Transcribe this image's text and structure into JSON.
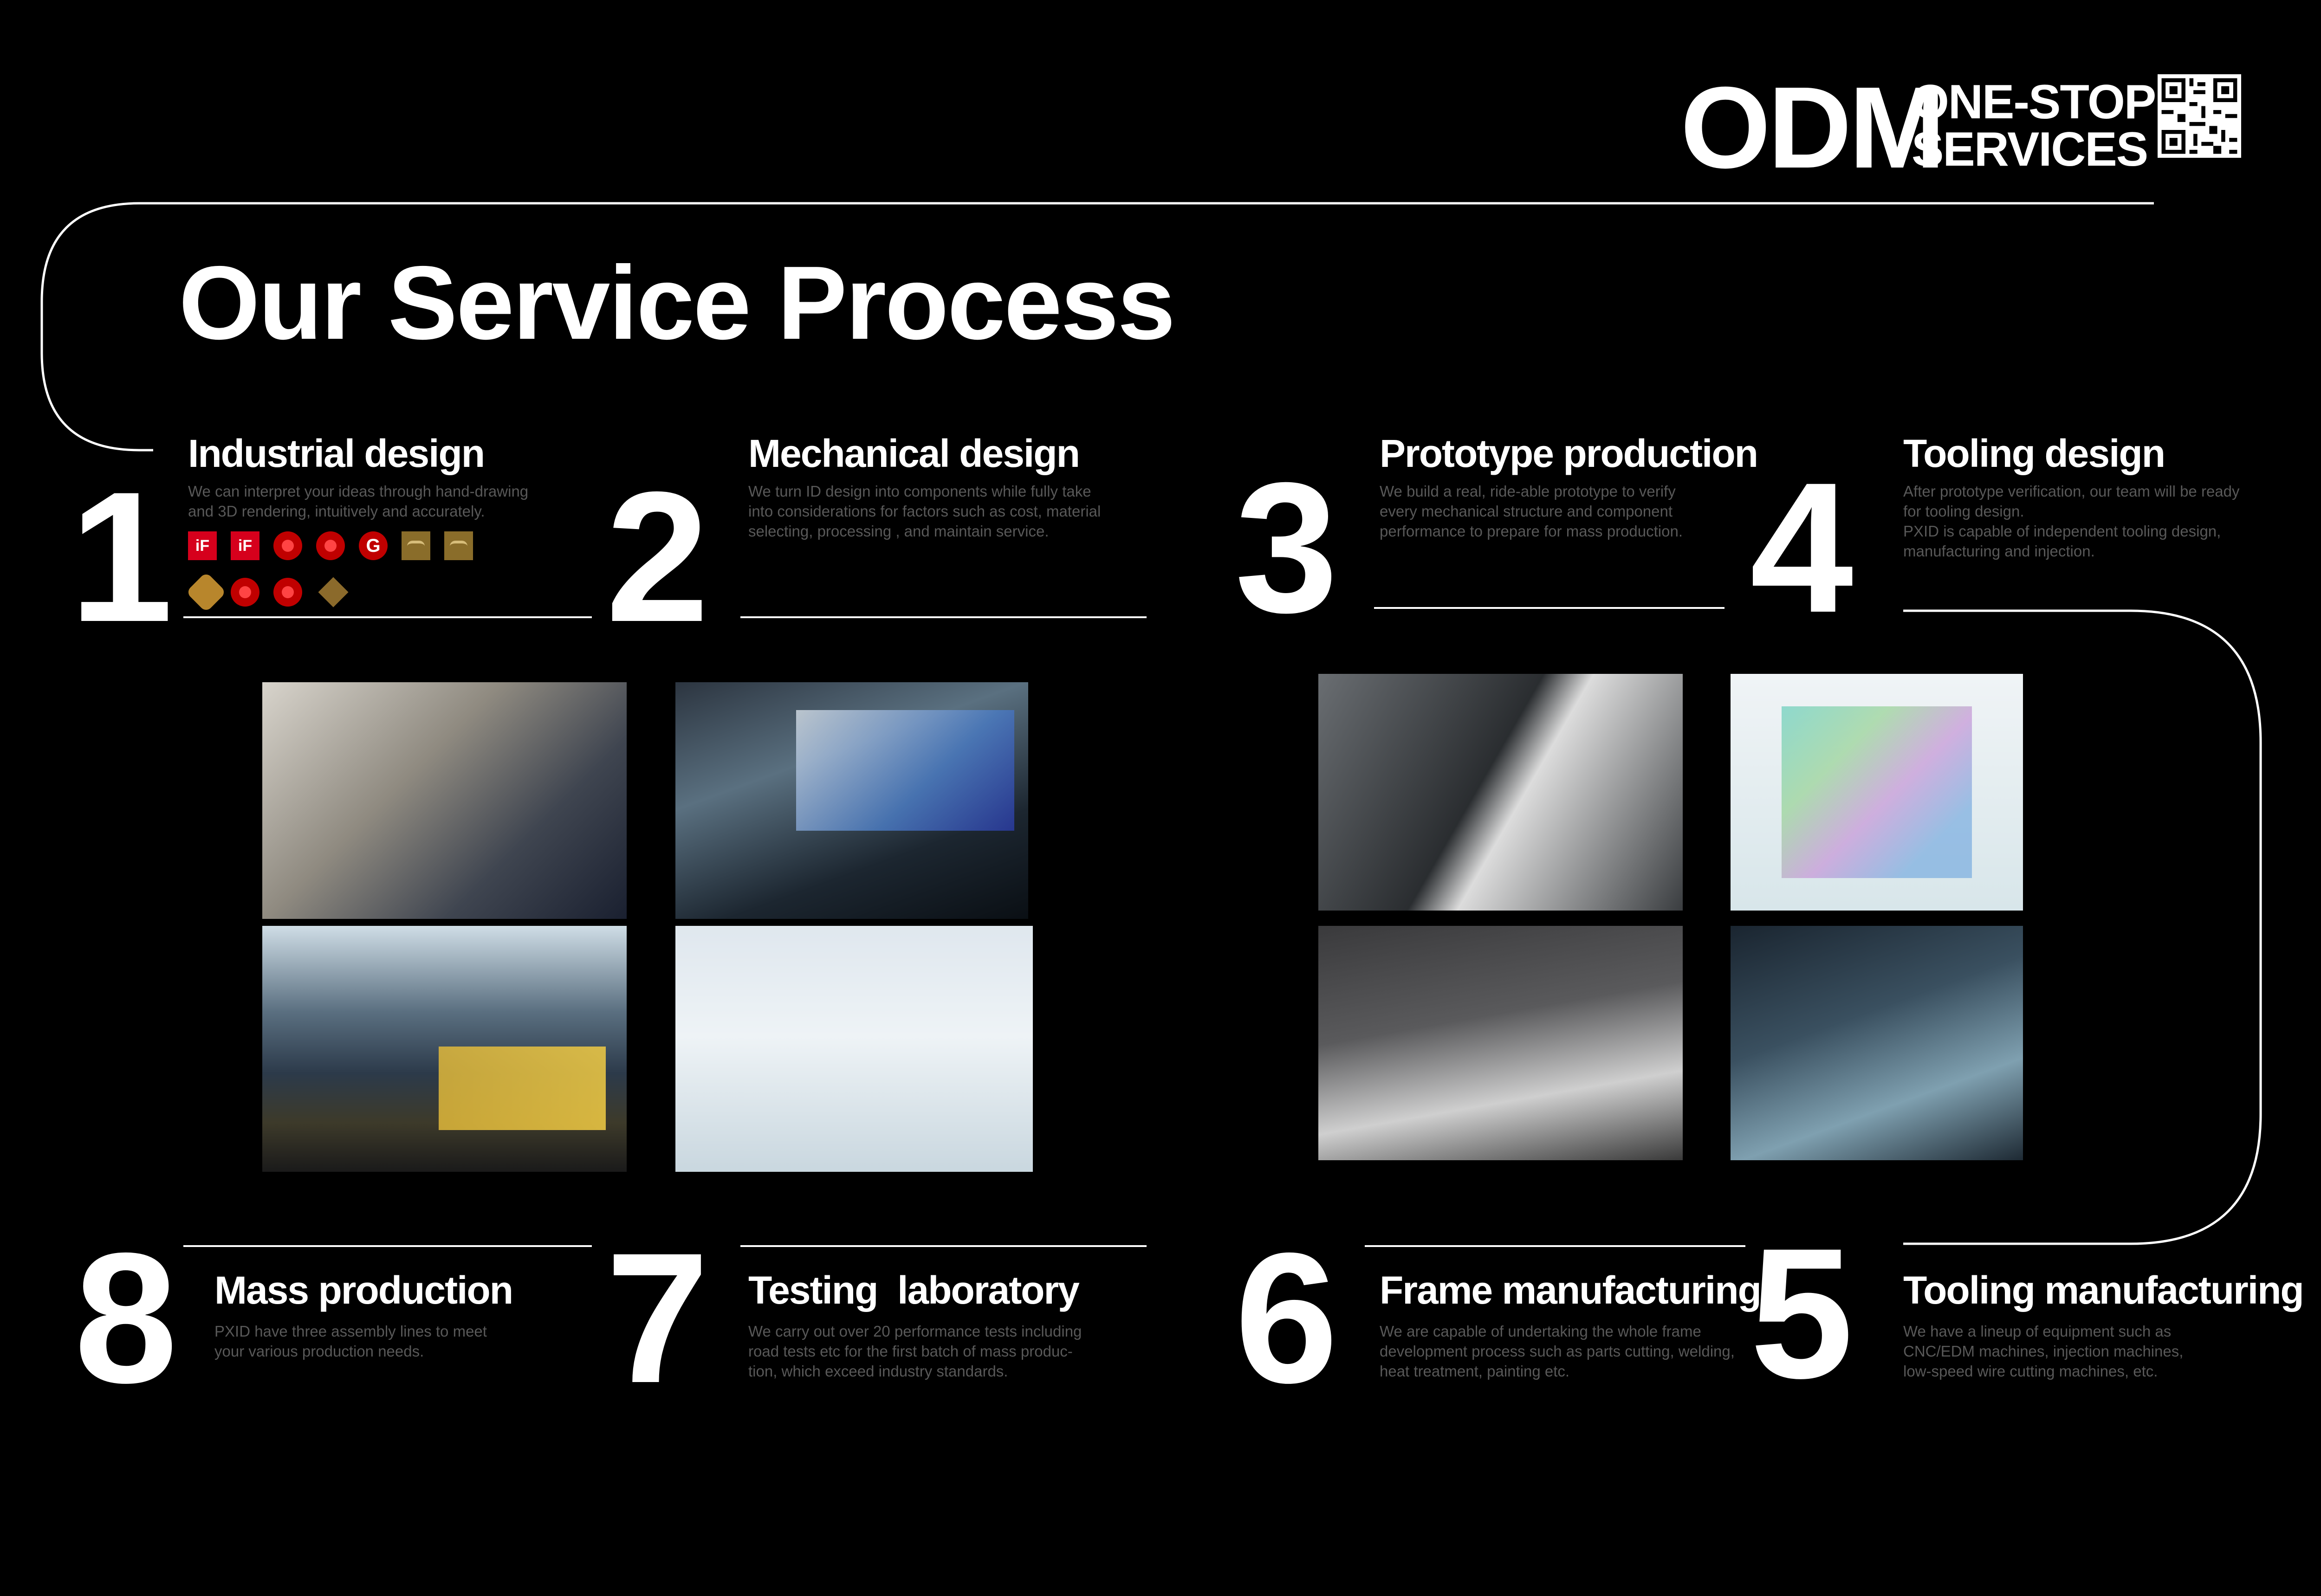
{
  "header": {
    "odm": "ODM",
    "one_stop_line1": "ONE-STOP",
    "one_stop_line2": "SERVICES",
    "qr_icon": "qr-code-icon"
  },
  "title": "Our Service Process",
  "steps": [
    {
      "number": "1",
      "heading": "Industrial design",
      "text": "We can interpret your ideas through hand-drawing and 3D rendering,  intuitively and accurately."
    },
    {
      "number": "2",
      "heading": "Mechanical design",
      "text": "We turn ID design into components while fully take into considerations for factors such as cost, material selecting, processing , and maintain service."
    },
    {
      "number": "3",
      "heading": "Prototype production",
      "text": "We build a real, ride-able prototype to verify every mechanical structure and component performance to prepare for mass production."
    },
    {
      "number": "4",
      "heading": "Tooling design",
      "text": "After prototype verification, our team will be ready for tooling design.\nPXID is capable of independent tooling design, manufacturing and injection."
    },
    {
      "number": "5",
      "heading": "Tooling manufacturing",
      "text": "We have a lineup of equipment such as CNC/EDM machines, injection machines, low-speed wire cutting machines, etc."
    },
    {
      "number": "6",
      "heading": "Frame manufacturing",
      "text": "We are capable of undertaking the whole frame development process such as parts cutting, welding, heat treatment, painting etc."
    },
    {
      "number": "7",
      "heading": "Testing  laboratory",
      "text": "We carry out over 20 performance tests including road tests etc for the first batch of mass produc-tion, which exceed industry standards."
    },
    {
      "number": "8",
      "heading": "Mass production",
      "text": "PXID have three assembly lines to meet your various production needs."
    }
  ],
  "awards": {
    "if_label": "iF",
    "g_label": "G",
    "icons": [
      "if-award-icon",
      "if-award-icon",
      "red-dot-award-icon",
      "red-dot-award-icon",
      "good-design-award-icon",
      "golden-pin-award-icon",
      "golden-pin-award-icon",
      "hexagon-award-icon",
      "red-dot-award-icon",
      "red-dot-award-icon",
      "diamond-award-icon"
    ]
  },
  "photos": [
    "designer-sketching-photo",
    "cad-design-photo",
    "assembly-line-photo",
    "testing-lab-photo",
    "prototype-bike-photo",
    "mold-design-render",
    "frame-manufacturing-photo",
    "cnc-machining-photo"
  ]
}
